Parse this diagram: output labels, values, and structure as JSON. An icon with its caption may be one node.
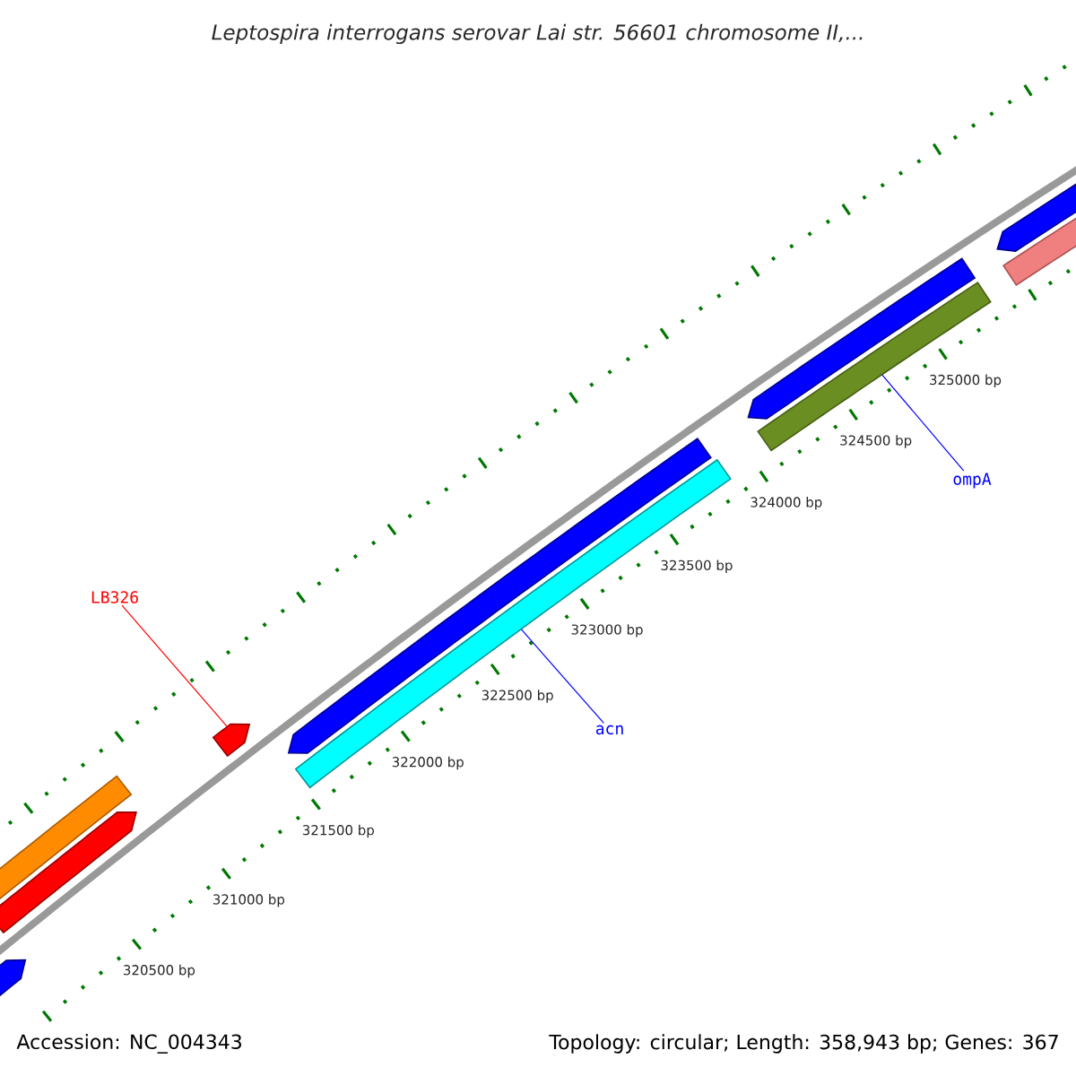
{
  "diagram": {
    "title": "Leptospira interrogans serovar Lai str. 56601 chromosome II,...",
    "nodes": [
      {
        "text": [
          "LB326"
        ]
      },
      {
        "text": [],
        "shape": "bar"
      },
      {
        "text": [
          "acn"
        ]
      },
      {
        "text": [],
        "shape": "bar"
      },
      {
        "text": [
          "ompA"
        ]
      },
      {
        "text": [],
        "shape": "bar"
      }
    ],
    "edges": [
      {
        "from": 0,
        "to": 1,
        "arrow": "none",
        "color": "#ff0000"
      },
      {
        "from": 2,
        "to": 3,
        "arrow": "none"
      },
      {
        "from": 4,
        "to": 5,
        "arrow": "none"
      }
    ],
    "labels": [
      "325000 bp",
      "324500 bp",
      "324000 bp",
      "323500 bp",
      "323000 bp",
      "322500 bp",
      "322000 bp",
      "321500 bp",
      "321000 bp",
      "320500 bp",
      "Accession: NC_004343",
      "Topology: circular; Length: 358,943 bp; Genes: 367"
    ]
  }
}
